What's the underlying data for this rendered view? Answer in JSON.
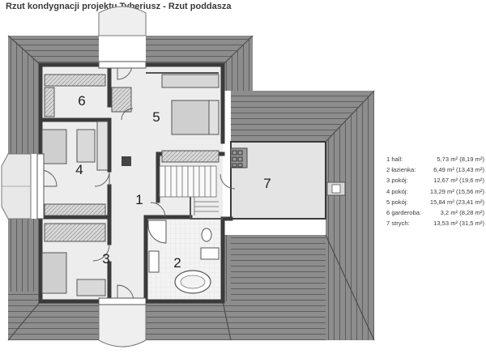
{
  "title": "Rzut kondygnacji projektu Tyberiusz - Rzut poddasza",
  "rooms": [
    {
      "number": "1",
      "name": "1 hall:",
      "area": "5,73 m² (8,19 m²)"
    },
    {
      "number": "2",
      "name": "2 łazienka:",
      "area": "6,49 m² (13,43 m²)"
    },
    {
      "number": "3",
      "name": "3 pokój:",
      "area": "12,67 m² (19,6 m²)"
    },
    {
      "number": "4",
      "name": "4 pokój:",
      "area": "13,29 m² (15,56 m²)"
    },
    {
      "number": "5",
      "name": "5 pokój:",
      "area": "15,84 m² (23,41 m²)"
    },
    {
      "number": "6",
      "name": "6 garderoba:",
      "area": "3,2 m² (8,28 m²)"
    },
    {
      "number": "7",
      "name": "7 strych:",
      "area": "13,53 m² (31,5 m²)"
    }
  ],
  "colors": {
    "roof": "#8c8c8c",
    "roof_lines": "#5c5c5c",
    "floor": "#eeeeee",
    "wall": "#3a3a3a",
    "furniture": "#cfcfcf"
  }
}
